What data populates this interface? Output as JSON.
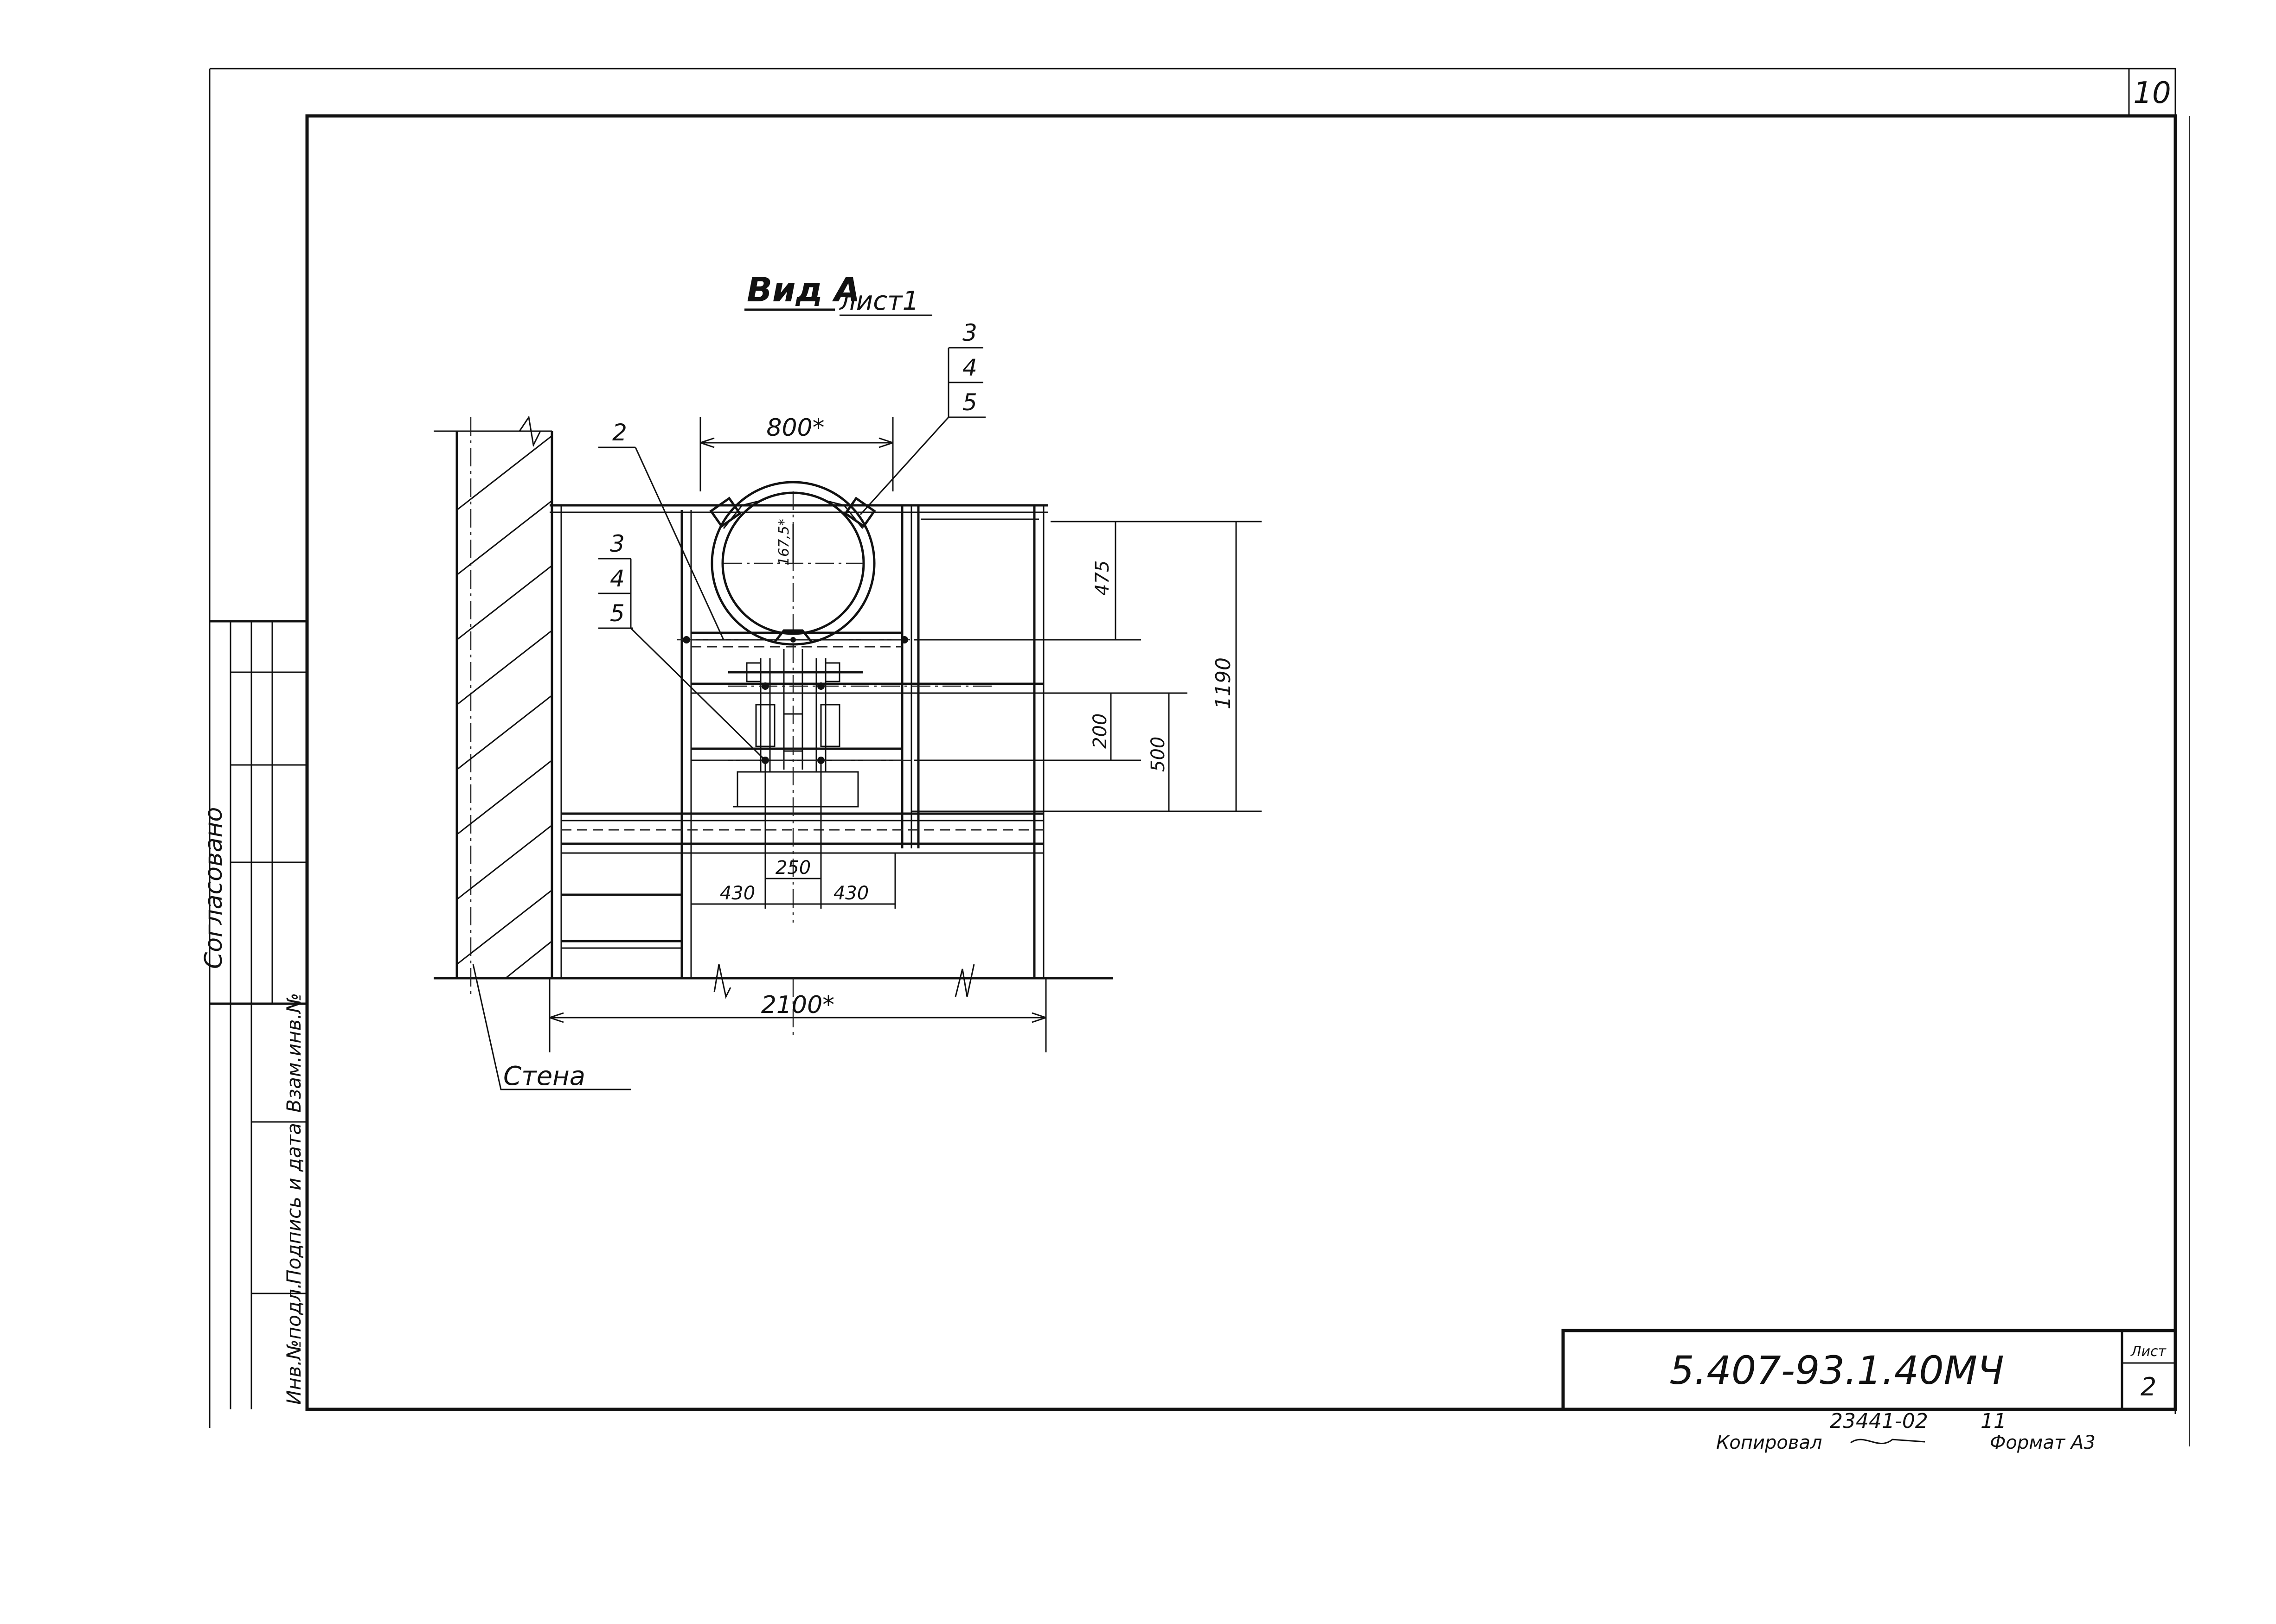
{
  "sheet": {
    "corner_sheet_number": "10",
    "view_title": "Вид А",
    "view_sheet_ref": "лист1",
    "wall_label": "Стена"
  },
  "side_stamp": {
    "agreed_label": "Согласовано",
    "signature_label": "Подпись и дата",
    "replaced_inv_label": "Взам.инв.№",
    "original_inv_label": "Инв.№подл."
  },
  "callouts": {
    "right_stack": [
      "3",
      "4",
      "5"
    ],
    "left_stack": [
      "3",
      "4",
      "5"
    ],
    "item_2": "2"
  },
  "dimensions": {
    "pipe_width": "800*",
    "pipe_center_height": "167,5*",
    "top_level": "475",
    "middle_level": "200",
    "lower_level": "500",
    "overall_height": "1190",
    "center_span": "250",
    "left_span": "430",
    "right_span": "430",
    "overall_width": "2100*"
  },
  "title_block": {
    "designation": "5.407-93.1.40МЧ",
    "sheet_label": "Лист",
    "sheet_number": "2"
  },
  "footer": {
    "doc_number": "23441-02",
    "doc_index": "11",
    "copied_label": "Копировал",
    "format_label": "Формат А3"
  }
}
